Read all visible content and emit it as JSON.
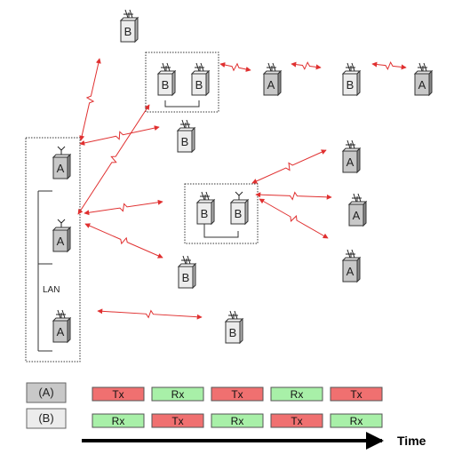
{
  "legend": {
    "a_label": "(A)",
    "b_label": "(B)",
    "a_color": "#c8c8c8",
    "b_color": "#ececec"
  },
  "node_labels": {
    "a": "A",
    "b": "B"
  },
  "lan_label": "LAN",
  "time_label": "Time",
  "tx_color": "#f07070",
  "rx_color": "#a8f0a8",
  "timeline_a": [
    "Tx",
    "Rx",
    "Tx",
    "Rx",
    "Tx"
  ],
  "timeline_b": [
    "Rx",
    "Tx",
    "Rx",
    "Tx",
    "Rx"
  ]
}
